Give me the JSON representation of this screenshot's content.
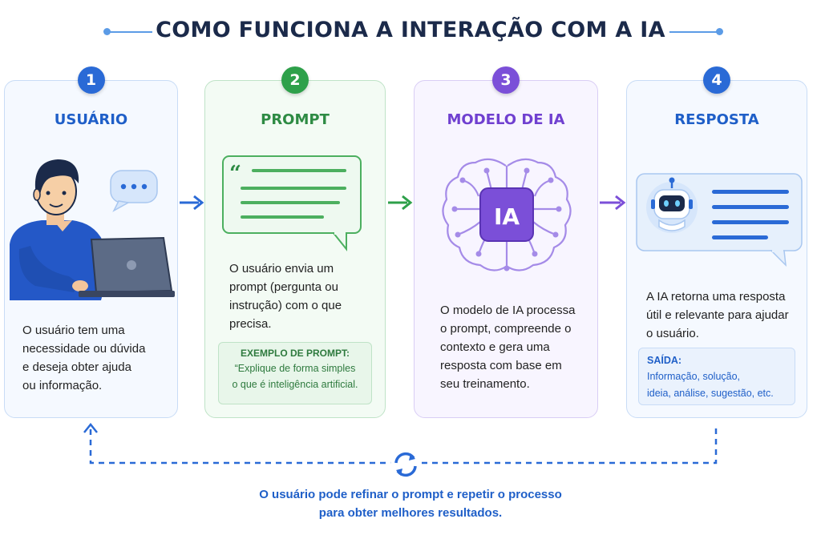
{
  "title": "COMO FUNCIONA A INTERAÇÃO COM A IA",
  "steps": [
    {
      "number": "1",
      "title": "USUÁRIO",
      "description": [
        "O usuário tem uma",
        "necessidade ou dúvida",
        "e deseja obter ajuda",
        "ou informação."
      ],
      "icon": "user-at-laptop-icon"
    },
    {
      "number": "2",
      "title": "PROMPT",
      "description": [
        "O usuário envia um",
        "prompt (pergunta ou",
        "instrução) com o que",
        "precisa."
      ],
      "icon": "prompt-chat-bubble-icon",
      "example": {
        "heading": "EXEMPLO DE PROMPT:",
        "lines": [
          "“Explique de forma simples",
          "o que é inteligência artificial."
        ]
      }
    },
    {
      "number": "3",
      "title": "MODELO DE IA",
      "description": [
        "O modelo de IA processa",
        "o prompt, compreende o",
        "contexto e gera uma",
        "resposta com base em",
        "seu treinamento."
      ],
      "icon": "ai-brain-chip-icon",
      "chip_label": "IA"
    },
    {
      "number": "4",
      "title": "RESPOSTA",
      "description": [
        "A IA retorna uma resposta",
        "útil e relevante para ajudar",
        "o usuário."
      ],
      "icon": "robot-response-bubble-icon",
      "output": {
        "heading": "SAÍDA:",
        "lines": [
          "Informação, solução,",
          "ideia, análise, sugestão, etc."
        ]
      }
    }
  ],
  "feedback": [
    "O usuário pode refinar o prompt e repetir o processo",
    "para obter melhores resultados."
  ],
  "colors": {
    "blue": "#2a6ad6",
    "green": "#2ea04a",
    "purple": "#7b4fd8",
    "title": "#1b2a4a"
  }
}
